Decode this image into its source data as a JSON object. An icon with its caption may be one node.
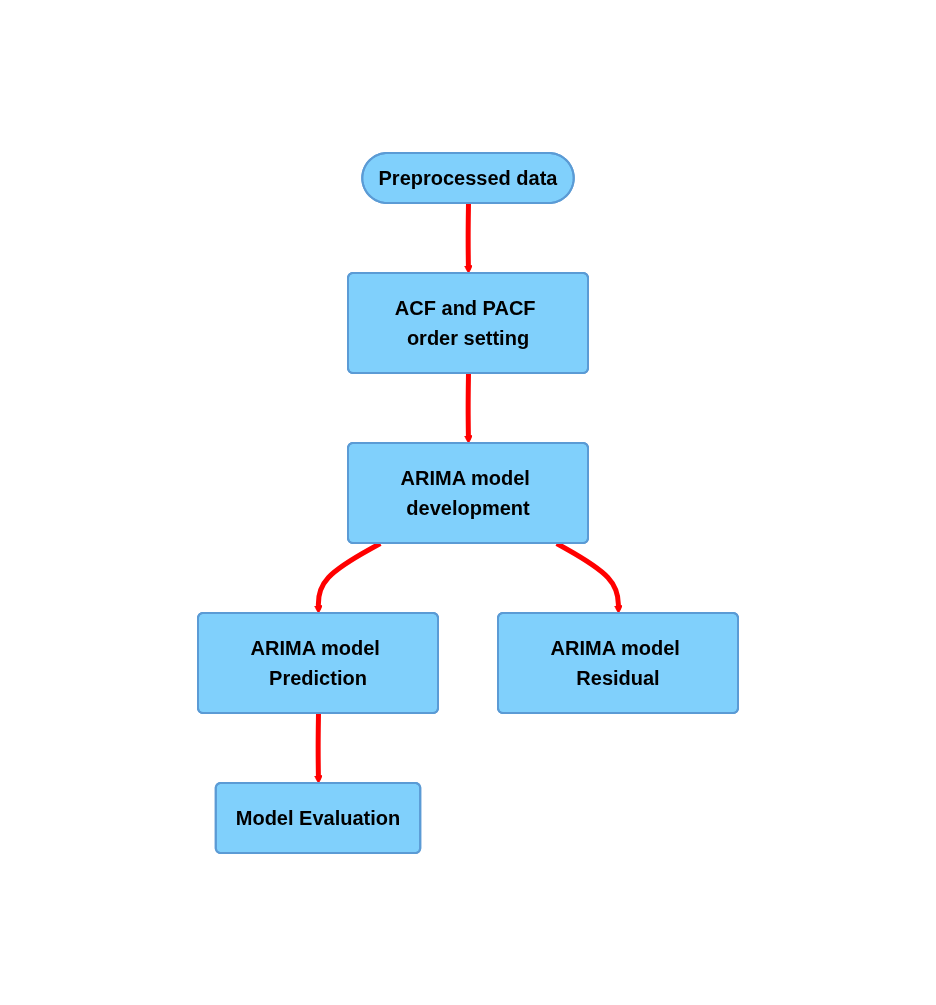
{
  "diagram": {
    "nodes": [
      {
        "text": [
          "Preprocessed data"
        ]
      },
      {
        "text": [
          "ACF and PACF order setting"
        ]
      },
      {
        "text": [
          "ARIMA model development"
        ]
      },
      {
        "text": [
          "ARIMA model Prediction"
        ]
      },
      {
        "text": [
          "ARIMA model Residual"
        ]
      },
      {
        "text": [
          "Model Evaluation"
        ]
      }
    ],
    "edges": [
      {
        "from": 0,
        "to": 1,
        "arrow": "to"
      },
      {
        "from": 1,
        "to": 2,
        "arrow": "to"
      },
      {
        "from": 2,
        "to": 3,
        "arrow": "to"
      },
      {
        "from": 2,
        "to": 4,
        "arrow": "to"
      },
      {
        "from": 3,
        "to": 5,
        "arrow": "to"
      }
    ]
  }
}
